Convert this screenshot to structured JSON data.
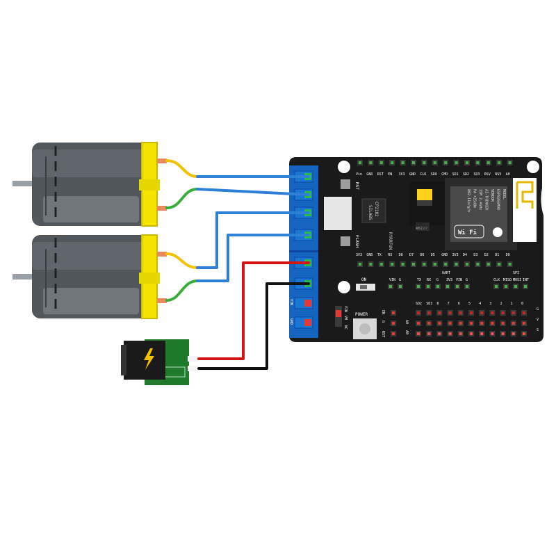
{
  "board": {
    "top_pins": [
      "Vin",
      "GND",
      "RST",
      "EN",
      "3V3",
      "GND",
      "CLK",
      "SDO",
      "CMD",
      "SD1",
      "SD2",
      "SD3",
      "RSV",
      "RSV",
      "A0"
    ],
    "bottom_pins": [
      "3V3",
      "GND",
      "TX",
      "RX",
      "D8",
      "D7",
      "D6",
      "D5",
      "GND",
      "3V3",
      "D4",
      "D3",
      "D2",
      "D1",
      "D0"
    ],
    "rst_label": "RST",
    "flash_label": "FLASH",
    "chip_brand": "SILABS",
    "chip_model": "CP2102",
    "maker_label": "RYRRFUN",
    "module_lines": [
      "MODEL",
      "ESP8266MOD",
      "VENDOR",
      "AI-THINKER",
      "ISM 2.4GHz",
      "PA +25dBm",
      "802.11b/g/n"
    ],
    "wifi_label": "Wi Fi",
    "module_code": "AMS1117",
    "on_label": "ON",
    "power_label": "POWER",
    "header_labels": {
      "vin_g": [
        "VIN",
        "G"
      ],
      "uart_title": "UART",
      "uart": [
        "TX",
        "RX",
        "G",
        "3V3",
        "VIN",
        "G"
      ],
      "spi_title": "SPI",
      "spi": [
        "CLK",
        "MISO",
        "MOSI",
        "INT"
      ],
      "digital": [
        "SD2",
        "SD3",
        "8",
        "7",
        "6",
        "5",
        "4",
        "3",
        "2",
        "1",
        "0"
      ],
      "side_left": [
        "EN",
        "G",
        "RST"
      ],
      "side_right": [
        "G",
        "V",
        "S"
      ],
      "analog": [
        "A0",
        "A0"
      ]
    },
    "terminal_side_labels": [
      "VIN",
      "GND"
    ],
    "power_jumper_labels": [
      "VIN",
      "VM",
      "NC"
    ]
  },
  "colors": {
    "board": "#1a1a1a",
    "terminal": "#1565c0",
    "motor_body": "#555a60",
    "motor_cap": "#f5e400",
    "wire_blue": "#2e7fd6",
    "wire_green": "#3aae3a",
    "wire_yellow": "#f2c200",
    "wire_red": "#d31515",
    "wire_black": "#111111",
    "pcb_green": "#1f7a2c"
  }
}
